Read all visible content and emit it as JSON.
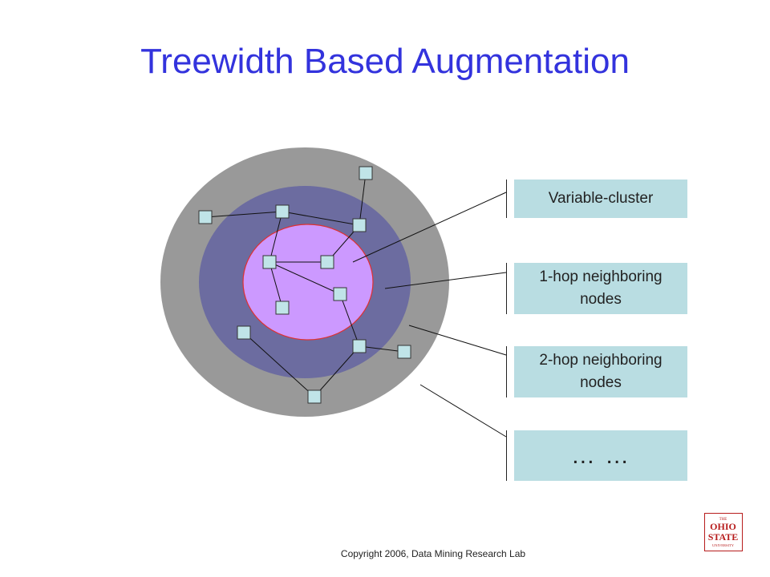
{
  "slide": {
    "title": "Treewidth Based Augmentation",
    "footer": "Copyright 2006, Data Mining Research Lab"
  },
  "labels": {
    "variable_cluster": "Variable-cluster",
    "one_hop": "1-hop neighboring\nnodes",
    "two_hop": "2-hop neighboring\nnodes",
    "more": "… …"
  },
  "logo": {
    "text_top": "THE",
    "text_mid": "OHIO",
    "text_state": "STATE",
    "text_bottom": "UNIVERSITY"
  },
  "colors": {
    "title": "#3333dd",
    "outer_ring": "#999999",
    "middle_ring": "#6c6ca0",
    "cluster": "#cc99ff",
    "cluster_border": "#e03030",
    "node_fill": "#c0e4e8",
    "label_box": "#b9dde2",
    "logo": "#b71c1c"
  }
}
